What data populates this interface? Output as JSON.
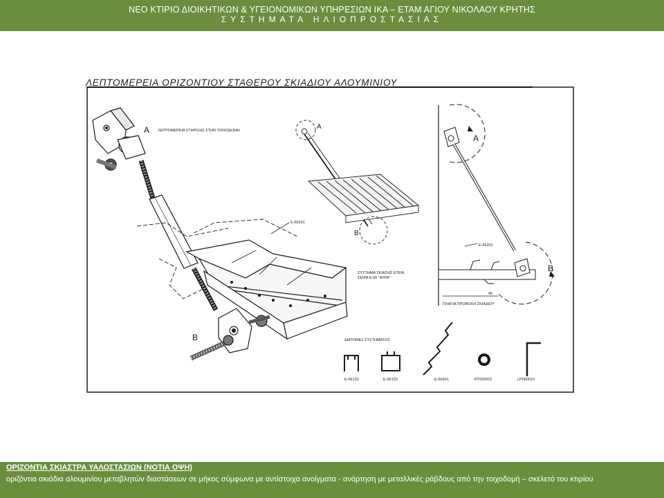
{
  "header": {
    "line1": "ΝΕΟ ΚΤΙΡΙΟ ΔΙΟΙΚΗΤΙΚΩΝ  & ΥΓΕΙΟΝΟΜΙΚΩΝ ΥΠΗΡΕΣΙΩΝ ΙΚΑ – ΕΤΑΜ ΑΓΙΟΥ ΝΙΚΟΛΑΟΥ ΚΡΗΤΗΣ",
    "line2": "ΣΥΣΤΗΜΑΤΑ ΗΛΙΟΠΡΟΣΤΑΣΙΑΣ"
  },
  "drawing": {
    "title": "ΛΕΠΤΟΜΕΡΕΙΑ ΟΡΙΖΟΝΤΙΟΥ ΣΤΑΘΕΡΟΥ ΣΚΙΑΔΙΟΥ ΑΛΟΥΜΙΝΙΟΥ",
    "support_label": "ΛΕΠΤΟΜΕΡΕΙΑ ΣΤΗΡΙΞΗΣ ΣΤΗΝ ΤΟΙΧΟΔΟΜΗ",
    "point_a": "A",
    "point_b": "B",
    "profile_code": "E-66201",
    "system_label_1": "ΣΥΣΤΗΜΑ ΣΚΙΑΣΗΣ ΕΤΕΜ",
    "system_label_2": "ΣΕΙΡΑ E-66 \"ΑΥΡΑ\"",
    "dimension": "40",
    "side_view_label": "ΠΛΑΓΙΑ ΠΡΟΒΟΛΗ ΣΚΙΑΔΙΟΥ",
    "sections_label": "ΔΙΑΤΟΜΕΣ ΣΥΣΤΗΜΑΤΟΣ",
    "sections": [
      "E-66132",
      "E-66133",
      "E-66201",
      "RT026001",
      "LP060010"
    ]
  },
  "footer": {
    "title": "ΟΡΙΖΟΝΤΙΑ ΣΚΙΑΣΤΡΑ ΥΑΛΟΣΤΑΣΙΩΝ  (ΝΟΤΙΑ ΟΨΗ)",
    "description": "οριζόντια σκιάδια αλουμινίου μεταβλητών διαστάσεων σε μήκος σύμφωνα με αντίστοιχα ανοίγματα -  ανάρτηση με μεταλλικές ράβδους από την τοιχοδομή – σκελετό του κτιρίου"
  },
  "colors": {
    "band": "#6b8e3e",
    "line": "#1a1a1a"
  }
}
